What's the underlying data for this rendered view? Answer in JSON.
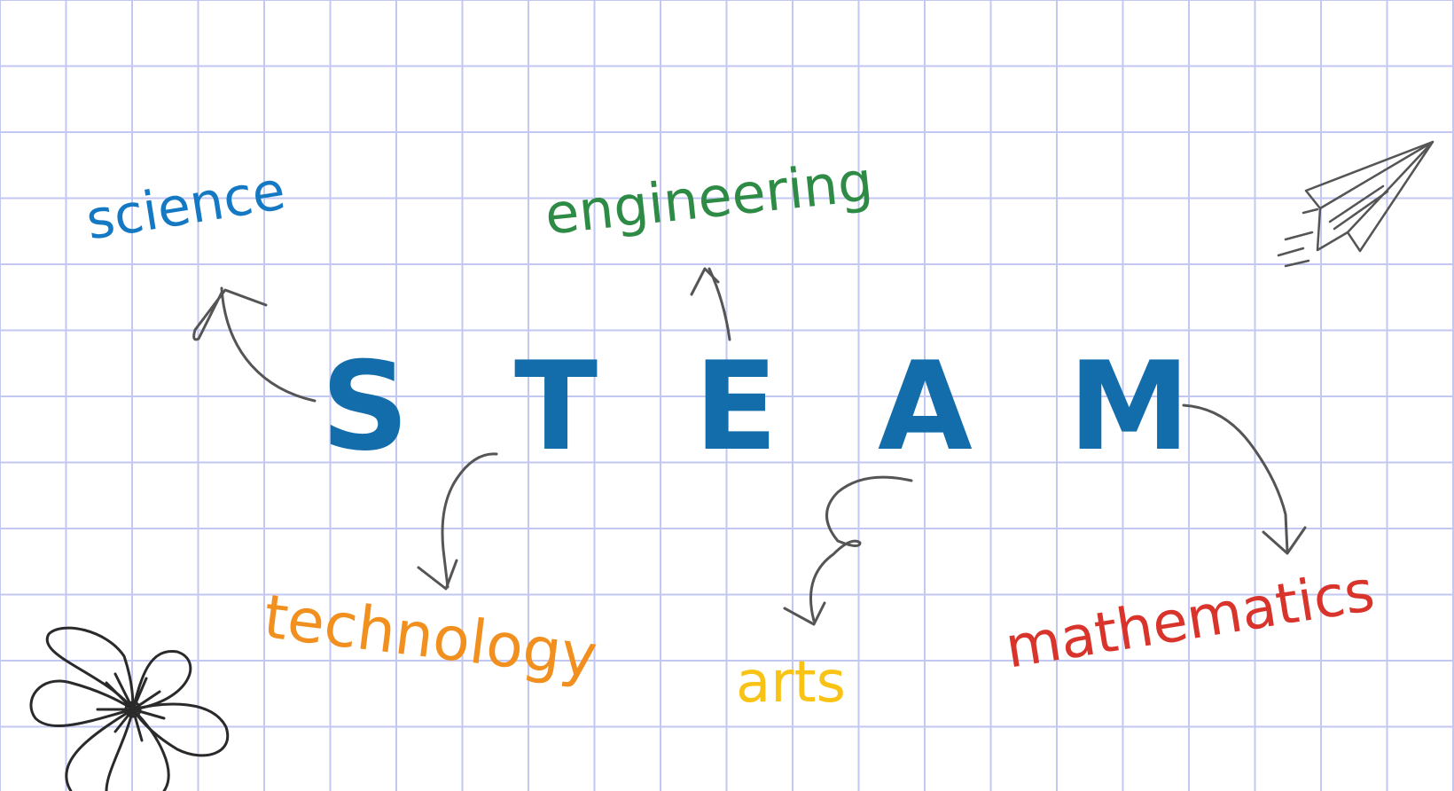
{
  "steam": {
    "letters": [
      "S",
      "T",
      "E",
      "A",
      "M"
    ],
    "color": "#136DAB"
  },
  "words": {
    "science": {
      "text": "science",
      "color": "#1478C2"
    },
    "engineering": {
      "text": "engineering",
      "color": "#2E8B45"
    },
    "technology": {
      "text": "technology",
      "color": "#F2901F"
    },
    "arts": {
      "text": "arts",
      "color": "#F9C315"
    },
    "mathematics": {
      "text": "mathematics",
      "color": "#D9342B"
    }
  },
  "colors": {
    "grid_line": "#C3C8F3",
    "sketch": "#555555",
    "background": "#FFFFFF"
  },
  "decorations": [
    "paper-plane-icon",
    "flower-icon"
  ]
}
